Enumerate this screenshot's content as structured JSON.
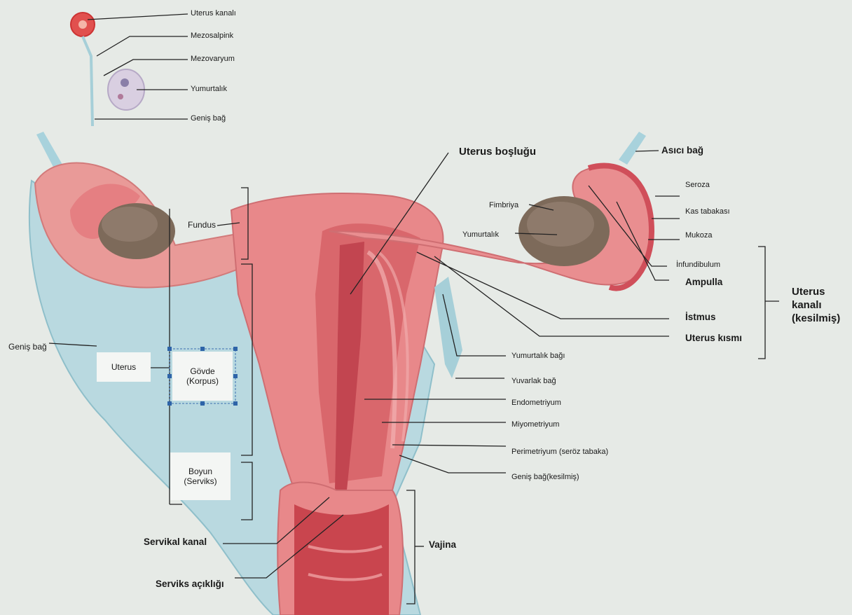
{
  "inset_labels": {
    "uterine_tube": "Uterus kanalı",
    "mesosalpinx": "Mezosalpink",
    "mesovarium": "Mezovaryum",
    "ovary": "Yumurtalık",
    "broad_ligament": "Geniş bağ"
  },
  "left_labels": {
    "broad_ligament": "Geniş bağ",
    "fundus": "Fundus",
    "uterus": "Uterus",
    "body": "Gövde",
    "body_latin": "(Korpus)",
    "neck": "Boyun",
    "neck_latin": "(Serviks)",
    "cervical_canal": "Servikal kanal",
    "cervix_opening": "Serviks açıklığı"
  },
  "center_labels": {
    "uterine_cavity": "Uterus boşluğu",
    "fimbria": "Fimbriya",
    "ovary": "Yumurtalık"
  },
  "right_labels": {
    "suspensory_ligament": "Asıcı bağ",
    "serosa": "Seroza",
    "muscle_layer": "Kas tabakası",
    "mucosa": "Mukoza",
    "infundibulum": "İnfundibulum",
    "ampulla": "Ampulla",
    "isthmus": "İstmus",
    "uterine_part": "Uterus kısmı",
    "tube_group": "Uterus\nkanalı\n(kesilmiş)"
  },
  "lower_labels": {
    "ovarian_ligament": "Yumurtalık bağı",
    "round_ligament": "Yuvarlak bağ",
    "endometrium": "Endometriyum",
    "myometrium": "Miyometriyum",
    "perimetrium": "Perimetriyum (seröz tabaka)",
    "broad_ligament_cut": "Geniş bağ(kesilmiş)",
    "vagina": "Vajina"
  },
  "colors": {
    "background": "#e6eae6",
    "ligament": "#b9d9e0",
    "uterus": "#e8888a",
    "uterus_dark": "#c9454e",
    "ovary": "#7d6a5a"
  }
}
